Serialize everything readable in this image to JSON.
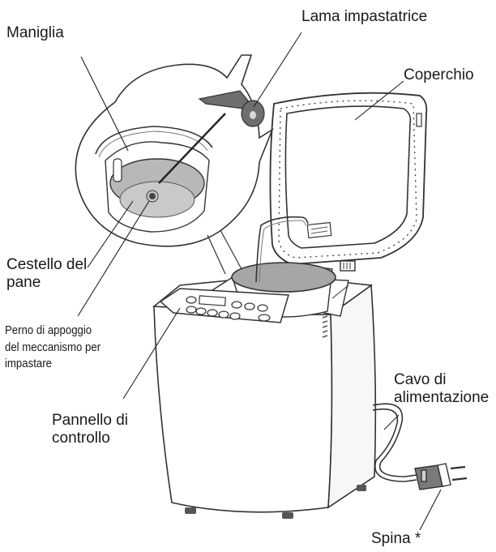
{
  "labels": {
    "handle": "Maniglia",
    "kneading_blade": "Lama impastatrice",
    "lid": "Coperchio",
    "bread_pan": [
      "Cestello del",
      "pane"
    ],
    "shaft": [
      "Perno di appoggio",
      "del meccanismo per",
      "impastare"
    ],
    "power_cord": [
      "Cavo di",
      "alimentazione"
    ],
    "control_panel": [
      "Pannello di",
      "controllo"
    ],
    "plug": "Spina *"
  },
  "colors": {
    "line": "#333333",
    "grey_fill": "#b8b8b8",
    "dark_fill": "#6e6e6e",
    "dot_fill": "#d9d9d9"
  }
}
